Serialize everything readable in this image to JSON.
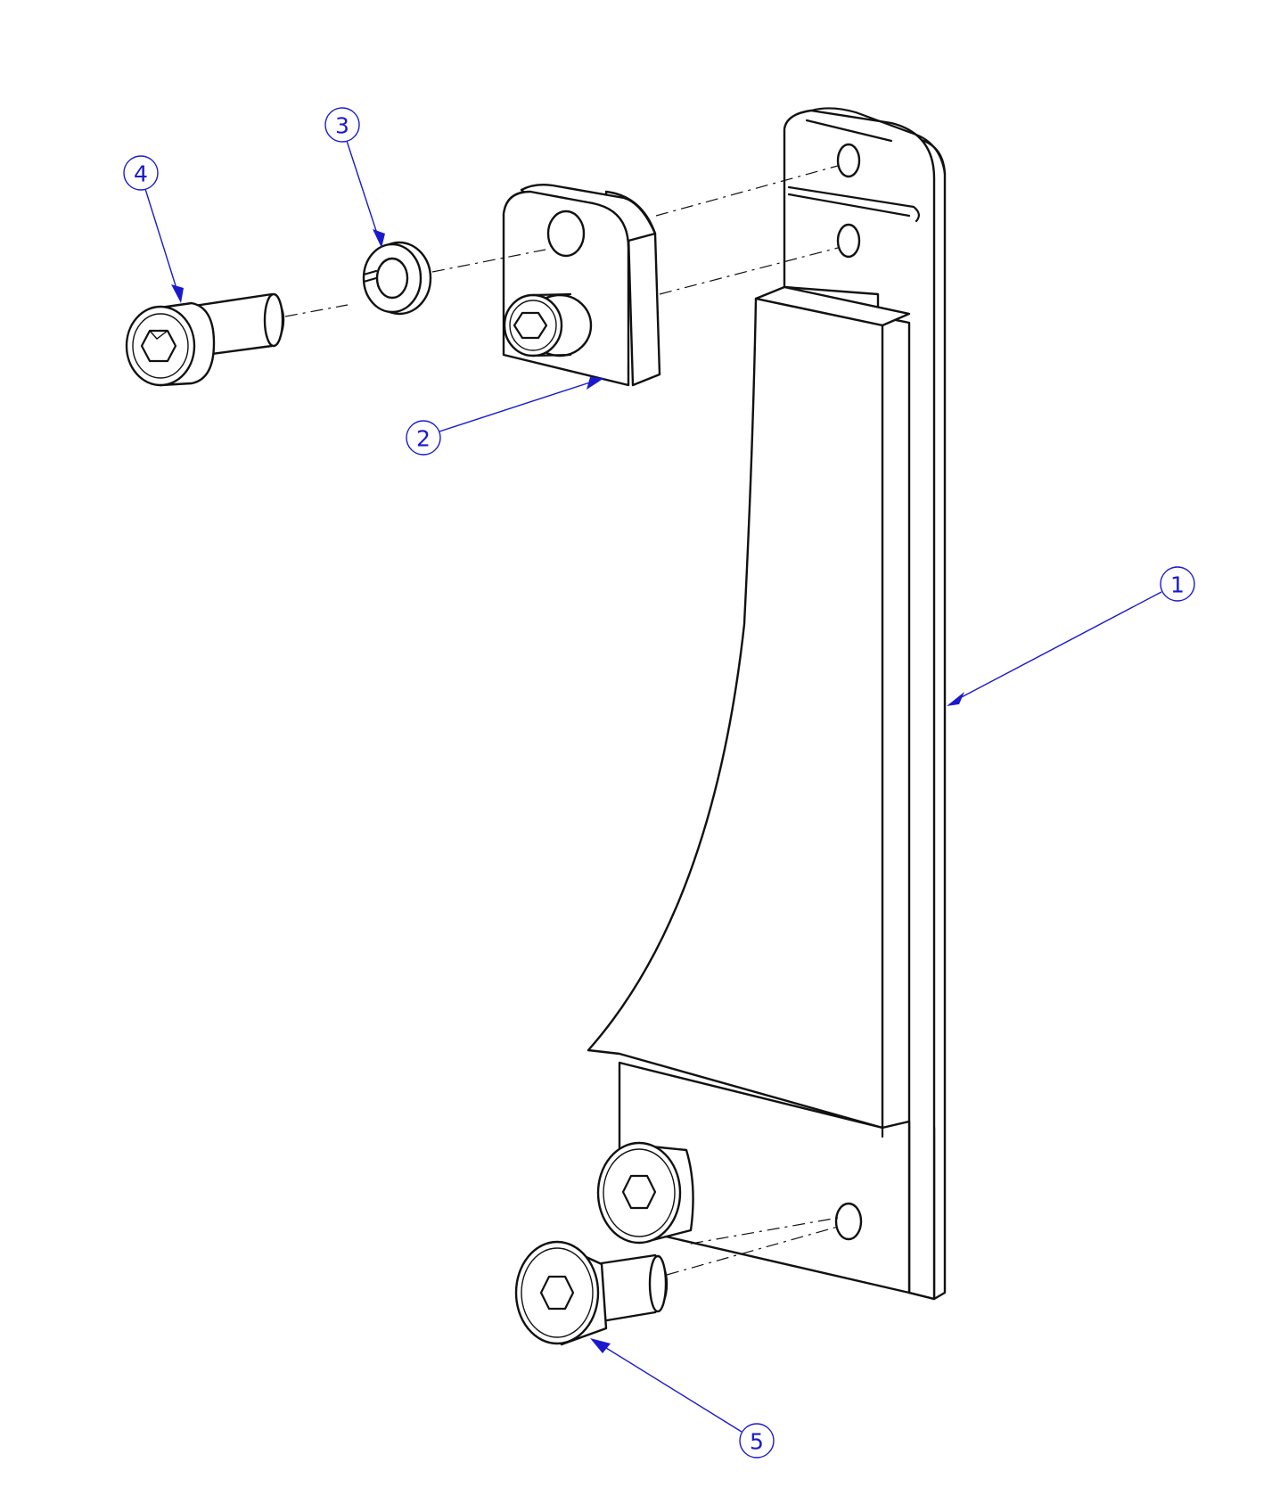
{
  "balloons": [
    {
      "id": "1",
      "label": "1",
      "part": "bracket-plate"
    },
    {
      "id": "2",
      "label": "2",
      "part": "mounting-block"
    },
    {
      "id": "3",
      "label": "3",
      "part": "lock-washer"
    },
    {
      "id": "4",
      "label": "4",
      "part": "socket-head-cap-screw"
    },
    {
      "id": "5",
      "label": "5",
      "part": "flat-head-socket-screw"
    }
  ],
  "colors": {
    "line": "#111111",
    "annotation": "#1a1acc",
    "background": "#ffffff"
  }
}
